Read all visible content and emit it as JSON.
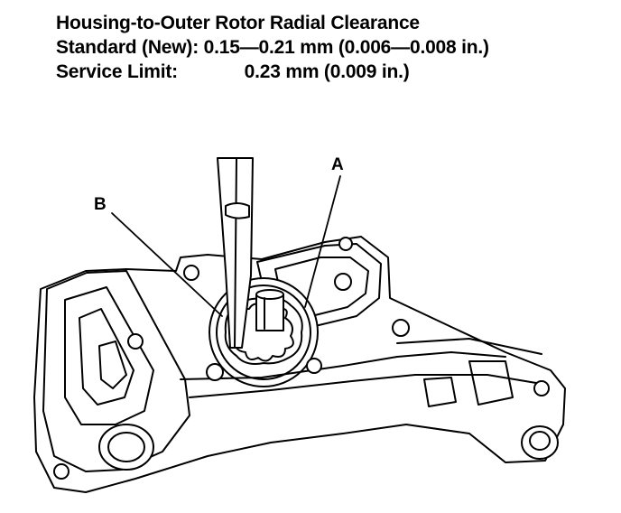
{
  "spec": {
    "title": "Housing-to-Outer Rotor Radial Clearance",
    "standard_label": "Standard (New):",
    "standard_value": "0.15—0.21 mm (0.006—0.008 in.)",
    "limit_label": "Service Limit:",
    "limit_value": "0.23 mm (0.009 in.)"
  },
  "callouts": {
    "a": "A",
    "b": "B"
  }
}
